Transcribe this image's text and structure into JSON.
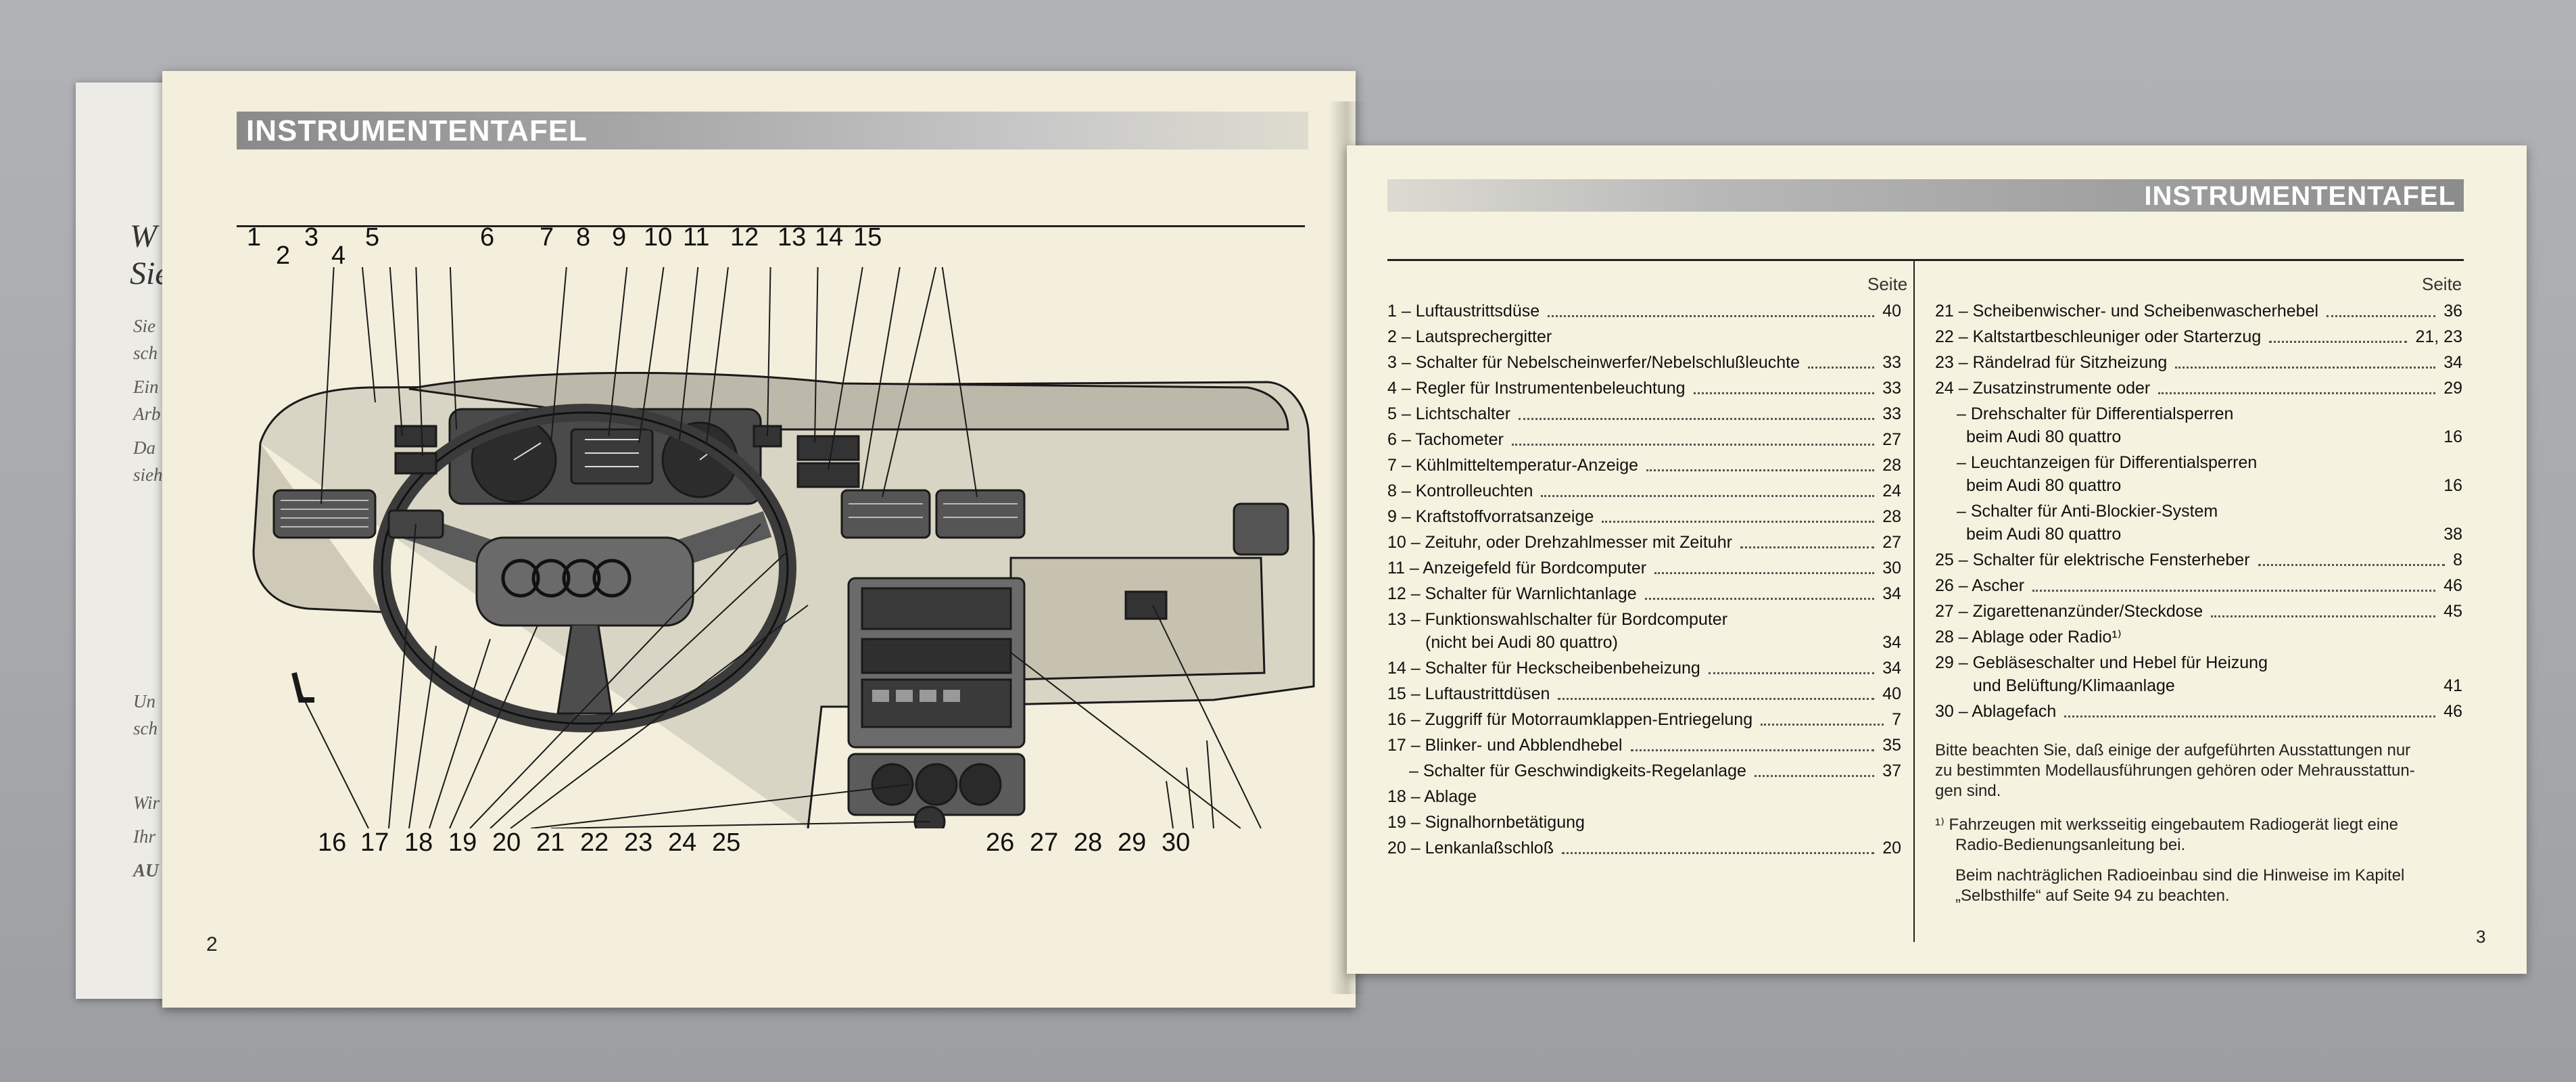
{
  "left_page": {
    "section_title": "INSTRUMENTENTAFEL",
    "page_number": "2",
    "callouts_top": [
      "1",
      "2",
      "3",
      "4",
      "5",
      "6",
      "7",
      "8",
      "9",
      "10",
      "11",
      "12",
      "13",
      "14",
      "15"
    ],
    "callouts_bottom": [
      "16",
      "17",
      "18",
      "19",
      "20",
      "21",
      "22",
      "23",
      "24",
      "25",
      "26",
      "27",
      "28",
      "29",
      "30"
    ]
  },
  "right_page": {
    "section_title": "INSTRUMENTENTAFEL",
    "page_number": "3",
    "column_header": "Seite",
    "left_column": [
      {
        "label": "1 – Luftaustrittsdüse",
        "page": "40"
      },
      {
        "label": "2 – Lautsprechergitter",
        "page": ""
      },
      {
        "label": "3 – Schalter für Nebelscheinwerfer/Nebelschlußleuchte",
        "page": "33"
      },
      {
        "label": "4 – Regler für Instrumentenbeleuchtung",
        "page": "33"
      },
      {
        "label": "5 – Lichtschalter",
        "page": "33"
      },
      {
        "label": "6 – Tachometer",
        "page": "27"
      },
      {
        "label": "7 – Kühlmitteltemperatur-Anzeige",
        "page": "28"
      },
      {
        "label": "8 – Kontrolleuchten",
        "page": "24"
      },
      {
        "label": "9 – Kraftstoffvorratsanzeige",
        "page": "28"
      },
      {
        "label": "10 – Zeituhr, oder Drehzahlmesser mit Zeituhr",
        "page": "27"
      },
      {
        "label": "11 – Anzeigefeld für Bordcomputer",
        "page": "30"
      },
      {
        "label": "12 – Schalter für Warnlichtanlage",
        "page": "34"
      },
      {
        "label": "13 – Funktionswahlschalter für Bordcomputer",
        "label2": "(nicht bei Audi 80 quattro)",
        "page": "34"
      },
      {
        "label": "14 – Schalter für Heckscheibenbeheizung",
        "page": "34"
      },
      {
        "label": "15 – Luftaustrittdüsen",
        "page": "40"
      },
      {
        "label": "16 – Zuggriff für Motorraumklappen-Entriegelung",
        "page": "7"
      },
      {
        "label": "17 – Blinker- und Abblendhebel",
        "page": "35"
      },
      {
        "label": "– Schalter für Geschwindigkeits-Regelanlage",
        "page": "37"
      },
      {
        "label": "18 – Ablage",
        "page": ""
      },
      {
        "label": "19 – Signalhornbetätigung",
        "page": ""
      },
      {
        "label": "20 – Lenkanlaßschloß",
        "page": "20"
      }
    ],
    "right_column": [
      {
        "label": "21 – Scheibenwischer- und Scheibenwascherhebel",
        "page": "36"
      },
      {
        "label": "22 – Kaltstartbeschleuniger oder Starterzug",
        "page": "21, 23"
      },
      {
        "label": "23 – Rändelrad für Sitzheizung",
        "page": "34"
      },
      {
        "label": "24 – Zusatzinstrumente oder",
        "page": "29"
      },
      {
        "label": "– Drehschalter für Differentialsperren",
        "label2": "beim Audi 80 quattro",
        "page": "16"
      },
      {
        "label": "– Leuchtanzeigen für Differentialsperren",
        "label2": "beim Audi 80 quattro",
        "page": "16"
      },
      {
        "label": "– Schalter für Anti-Blockier-System",
        "label2": "beim Audi 80 quattro",
        "page": "38"
      },
      {
        "label": "25 – Schalter für elektrische Fensterheber",
        "page": "8"
      },
      {
        "label": "26 – Ascher",
        "page": "46"
      },
      {
        "label": "27 – Zigarettenanzünder/Steckdose",
        "page": "45"
      },
      {
        "label": "28 – Ablage oder Radio¹⁾",
        "page": ""
      },
      {
        "label": "29 – Gebläseschalter und Hebel für Heizung",
        "label2": "und Belüftung/Klimaanlage",
        "page": "41"
      },
      {
        "label": "30 – Ablagefach",
        "page": "46"
      }
    ],
    "note_paragraph": [
      "Bitte beachten Sie, daß einige der aufgeführten Ausstattungen nur",
      "zu bestimmten Modellausführungen gehören oder Mehrausstattun-",
      "gen sind."
    ],
    "footnote": [
      "¹⁾  Fahrzeugen mit werksseitig eingebautem Radiogerät liegt eine",
      "Radio-Bedienungsanleitung bei."
    ],
    "footnote2": [
      "Beim nachträglichen Radioeinbau sind die Hinweise im Kapitel",
      "„Selbsthilfe“ auf Seite 94 zu beachten."
    ]
  },
  "back_page": {
    "heading": [
      "W",
      "Sie"
    ],
    "lines": [
      "Sie",
      "sch",
      "Ein",
      "Arb",
      "Da",
      "sieh",
      "Un",
      "sch",
      "Wir",
      "Ihr",
      "AU"
    ]
  }
}
